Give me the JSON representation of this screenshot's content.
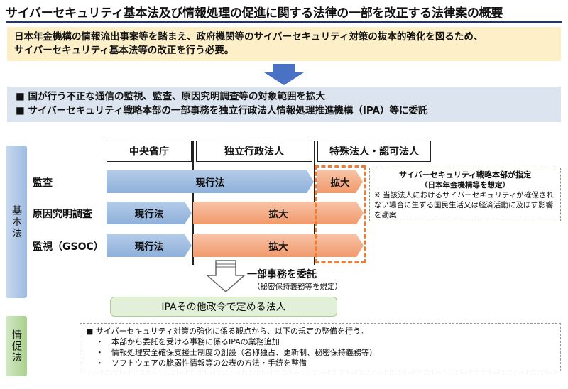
{
  "title": "サイバーセキュリティ基本法及び情報処理の促進に関する法律の一部を改正する法律案の概要",
  "intro": [
    "日本年金機構の情報流出事案等を踏まえ、政府機関等のサイバーセキュリティ対策の抜本的強化を図るため、",
    "サイバーセキュリティ基本法等の改正を行う必要。"
  ],
  "points": [
    "■ 国が行う不正な通信の監視、監査、原因究明調査等の対象範囲を拡大",
    "■ サイバーセキュリティ戦略本部の一部事務を独立行政法人情報処理推進機構（IPA）等に委託"
  ],
  "columns": [
    "中央省庁",
    "独立行政法人",
    "特殊法人・認可法人"
  ],
  "sides": {
    "basic": "基本法",
    "promo": "情促法"
  },
  "rows": [
    {
      "label": "監査",
      "current": "現行法",
      "expand": "拡大"
    },
    {
      "label": "原因究明調査",
      "current": "現行法",
      "expand": "拡大"
    },
    {
      "label": "監視（GSOC）",
      "current": "現行法",
      "expand": "拡大"
    }
  ],
  "note": {
    "title": "サイバーセキュリティ戦略本部が指定",
    "sub": "（日本年金機構等を想定）",
    "body": "※ 当該法人におけるサイバーセキュリティが確保されない場合に生ずる国民生活又は経済活動に及ぼす影響を勘案"
  },
  "delegate": {
    "label": "一部事務を委託",
    "sub": "（秘密保持義務等を規定）"
  },
  "ipa": "IPAその他政令で定める法人",
  "bottom": {
    "lead": "■ サイバーセキュリティ対策の強化に係る観点から、以下の規定の整備を行う。",
    "items": [
      "・　本部から委託を受ける事務に係るIPAの業務追加",
      "・　情報処理安全確保支援士制度の創設（名称独占、更新制、秘密保持義務等）",
      "・　ソフトウェアの脆弱性情報等の公表の方法・手続を整備"
    ]
  }
}
